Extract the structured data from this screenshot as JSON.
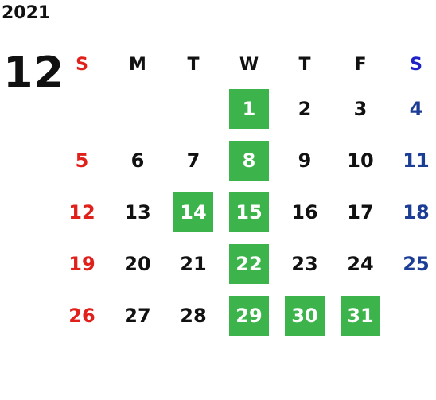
{
  "calendar": {
    "year": "2021",
    "month": "12",
    "weekdays": [
      "S",
      "M",
      "T",
      "W",
      "T",
      "F",
      "S"
    ],
    "first_weekday_index": 3,
    "days": [
      {
        "d": "1",
        "hl": true
      },
      {
        "d": "2",
        "hl": false
      },
      {
        "d": "3",
        "hl": false
      },
      {
        "d": "4",
        "hl": false
      },
      {
        "d": "5",
        "hl": false
      },
      {
        "d": "6",
        "hl": false
      },
      {
        "d": "7",
        "hl": false
      },
      {
        "d": "8",
        "hl": true
      },
      {
        "d": "9",
        "hl": false
      },
      {
        "d": "10",
        "hl": false
      },
      {
        "d": "11",
        "hl": false
      },
      {
        "d": "12",
        "hl": false
      },
      {
        "d": "13",
        "hl": false
      },
      {
        "d": "14",
        "hl": true
      },
      {
        "d": "15",
        "hl": true
      },
      {
        "d": "16",
        "hl": false
      },
      {
        "d": "17",
        "hl": false
      },
      {
        "d": "18",
        "hl": false
      },
      {
        "d": "19",
        "hl": false
      },
      {
        "d": "20",
        "hl": false
      },
      {
        "d": "21",
        "hl": false
      },
      {
        "d": "22",
        "hl": true
      },
      {
        "d": "23",
        "hl": false
      },
      {
        "d": "24",
        "hl": false
      },
      {
        "d": "25",
        "hl": false
      },
      {
        "d": "26",
        "hl": false
      },
      {
        "d": "27",
        "hl": false
      },
      {
        "d": "28",
        "hl": false
      },
      {
        "d": "29",
        "hl": true
      },
      {
        "d": "30",
        "hl": true
      },
      {
        "d": "31",
        "hl": true
      }
    ]
  },
  "colors": {
    "highlight": "#3cb44b",
    "sunday": "#e0211b",
    "saturday": "#1c3d96",
    "saturday_header": "#1e22c8",
    "text": "#111111"
  }
}
